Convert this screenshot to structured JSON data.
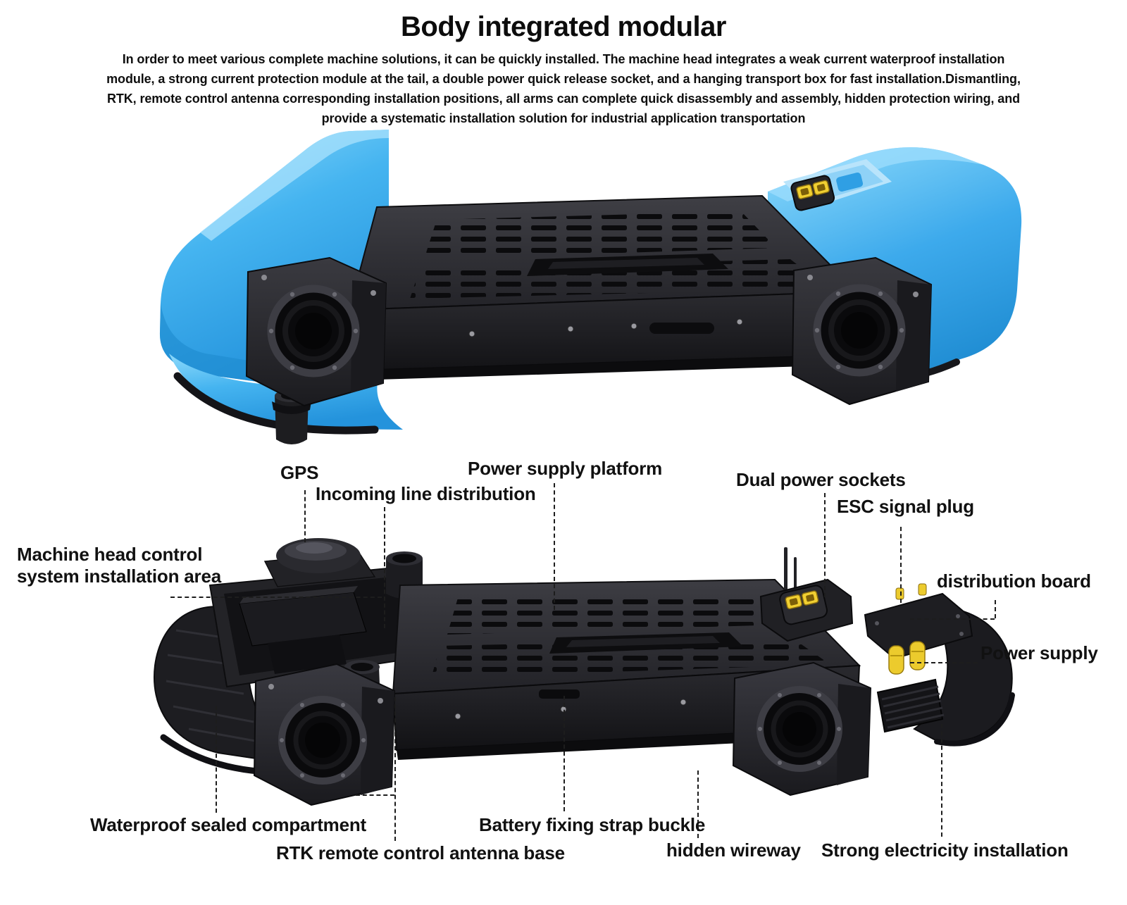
{
  "page": {
    "title": "Body integrated modular",
    "description": "In order to meet various complete machine solutions, it can be quickly installed. The machine head integrates a weak current waterproof installation module, a strong current protection module at the tail, a double power quick release socket, and a hanging transport box for fast installation.Dismantling, RTK, remote control antenna corresponding installation positions, all arms can complete quick disassembly and assembly, hidden protection wiring, and provide a systematic installation solution for industrial application transportation"
  },
  "callouts": {
    "gps": "GPS",
    "incoming_line_distribution": "Incoming line distribution",
    "power_supply_platform": "Power supply platform",
    "dual_power_sockets": "Dual power sockets",
    "esc_signal_plug": "ESC signal plug",
    "machine_head_control": "Machine head control system installation area",
    "distribution_board": "distribution board",
    "power_supply": "Power supply",
    "waterproof_sealed_compartment": "Waterproof sealed compartment",
    "rtk_antenna_base": "RTK remote control antenna base",
    "battery_fixing_strap_buckle": "Battery fixing strap buckle",
    "hidden_wireway": "hidden wireway",
    "strong_electricity_installation": "Strong electricity installation"
  },
  "colors": {
    "cover_blue": "#41B2EE",
    "connector_yellow": "#F1CF31",
    "chassis_dark": "#1C1C1F",
    "label_text": "#111111"
  }
}
